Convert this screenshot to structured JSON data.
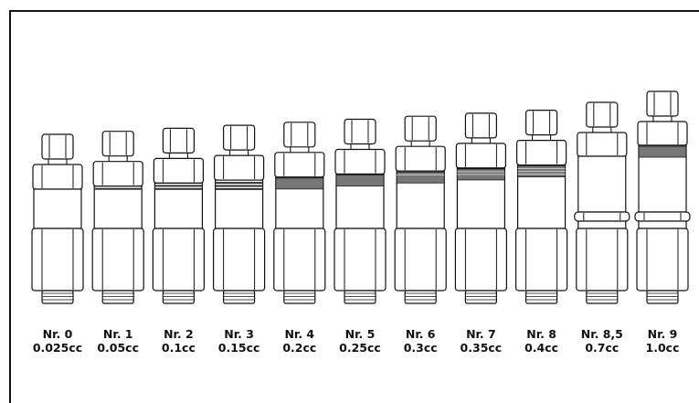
{
  "colors": {
    "stroke": "#111111",
    "band": "#777777",
    "background": "#ffffff"
  },
  "fittings": [
    {
      "name": "Nr. 0",
      "volume": "0.025cc",
      "band": "none"
    },
    {
      "name": "Nr. 1",
      "volume": "0.05cc",
      "band": "thin-1"
    },
    {
      "name": "Nr. 2",
      "volume": "0.1cc",
      "band": "thin-2"
    },
    {
      "name": "Nr. 3",
      "volume": "0.15cc",
      "band": "thin-3"
    },
    {
      "name": "Nr. 4",
      "volume": "0.2cc",
      "band": "wide"
    },
    {
      "name": "Nr. 5",
      "volume": "0.25cc",
      "band": "wide"
    },
    {
      "name": "Nr. 6",
      "volume": "0.3cc",
      "band": "wide-1"
    },
    {
      "name": "Nr. 7",
      "volume": "0.35cc",
      "band": "wide-2"
    },
    {
      "name": "Nr. 8",
      "volume": "0.4cc",
      "band": "wide-3"
    },
    {
      "name": "Nr. 8,5",
      "volume": "0.7cc",
      "band": "none"
    },
    {
      "name": "Nr. 9",
      "volume": "1.0cc",
      "band": "wide"
    }
  ]
}
